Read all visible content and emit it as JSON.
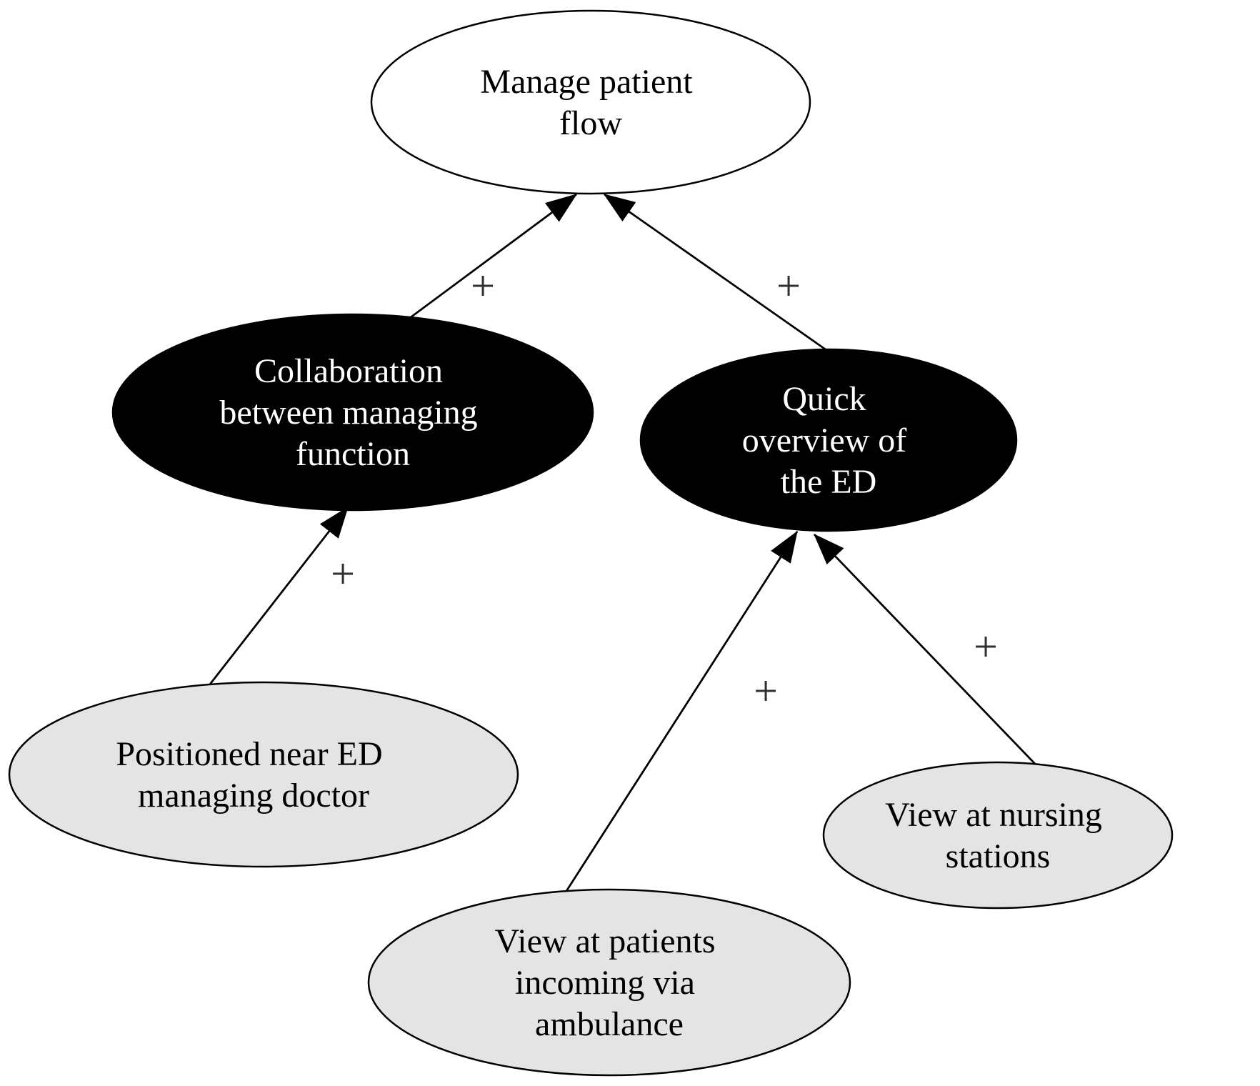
{
  "figure": {
    "kind": "goal-contribution-diagram",
    "background": "#ffffff",
    "line_color": "#000000",
    "plus_sign_color": "#2f2f2f",
    "nodes": [
      {
        "id": "manage-patient-flow",
        "label": "Manage patient flow",
        "lines": [
          "Manage patient",
          "flow"
        ],
        "fill": "#ffffff",
        "text_color": "#000000"
      },
      {
        "id": "collaboration-between-managing-function",
        "label": "Collaboration between managing function",
        "lines": [
          "Collaboration",
          "between managing",
          "function"
        ],
        "fill": "#000000",
        "text_color": "#ffffff"
      },
      {
        "id": "quick-overview-of-the-ed",
        "label": "Quick overview of the ED",
        "lines": [
          "Quick",
          "overview of",
          "the ED"
        ],
        "fill": "#000000",
        "text_color": "#ffffff"
      },
      {
        "id": "positioned-near-ed-managing-doctor",
        "label": "Positioned near ED managing doctor",
        "lines": [
          "Positioned near ED",
          "managing doctor"
        ],
        "fill": "#e4e4e4",
        "text_color": "#000000"
      },
      {
        "id": "view-at-patients-incoming-via-ambulance",
        "label": "View at patients incoming via ambulance",
        "lines": [
          "View at patients",
          "incoming via",
          "ambulance"
        ],
        "fill": "#e4e4e4",
        "text_color": "#000000"
      },
      {
        "id": "view-at-nursing-stations",
        "label": "View at nursing stations",
        "lines": [
          "View at nursing",
          "stations"
        ],
        "fill": "#e4e4e4",
        "text_color": "#000000"
      }
    ],
    "edges": [
      {
        "from": "collaboration-between-managing-function",
        "to": "manage-patient-flow",
        "label": "+"
      },
      {
        "from": "quick-overview-of-the-ed",
        "to": "manage-patient-flow",
        "label": "+"
      },
      {
        "from": "positioned-near-ed-managing-doctor",
        "to": "collaboration-between-managing-function",
        "label": "+"
      },
      {
        "from": "view-at-patients-incoming-via-ambulance",
        "to": "quick-overview-of-the-ed",
        "label": "+"
      },
      {
        "from": "view-at-nursing-stations",
        "to": "quick-overview-of-the-ed",
        "label": "+"
      }
    ]
  }
}
